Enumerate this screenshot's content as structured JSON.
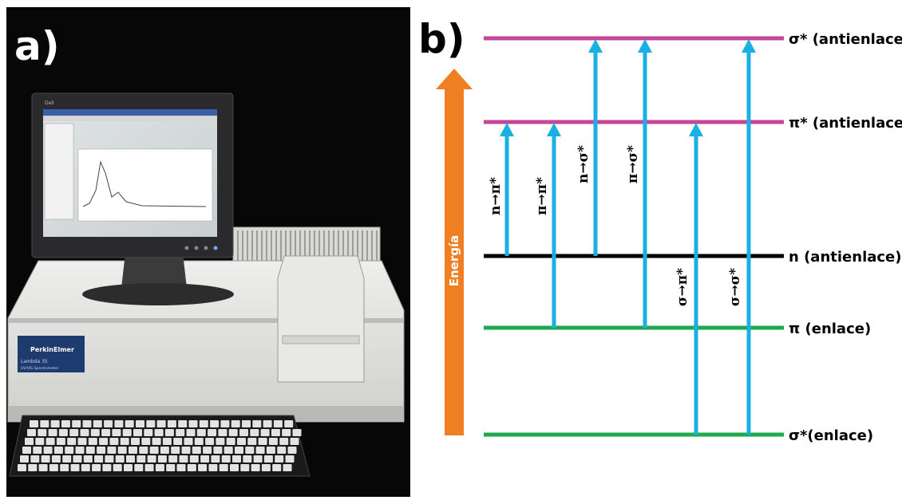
{
  "panel_a": {
    "label": "a)",
    "monitor_brand": "Dell",
    "instrument_brand": "PerkinElmer",
    "instrument_model": "Lambda 35",
    "instrument_subtitle": "UV/VIS Spectrometer"
  },
  "panel_b": {
    "label": "b)",
    "energy_label": "Energía",
    "levels": [
      {
        "label": "σ* (antienlace)",
        "color": "#c2469a"
      },
      {
        "label": "π* (antienlace)",
        "color": "#c2469a"
      },
      {
        "label": "n (antienlace)",
        "color": "#000000"
      },
      {
        "label": "π (enlace)",
        "color": "#1fa84d"
      },
      {
        "label": "σ*(enlace)",
        "color": "#1fa84d"
      }
    ],
    "transitions": [
      {
        "label": "n→π*"
      },
      {
        "label": "π→π*"
      },
      {
        "label": "n→σ*"
      },
      {
        "label": "π→σ*"
      },
      {
        "label": "σ→π*"
      },
      {
        "label": "σ→σ*"
      }
    ],
    "arrow_color": "#1ab0e4",
    "energy_arrow_color": "#f07e23"
  }
}
